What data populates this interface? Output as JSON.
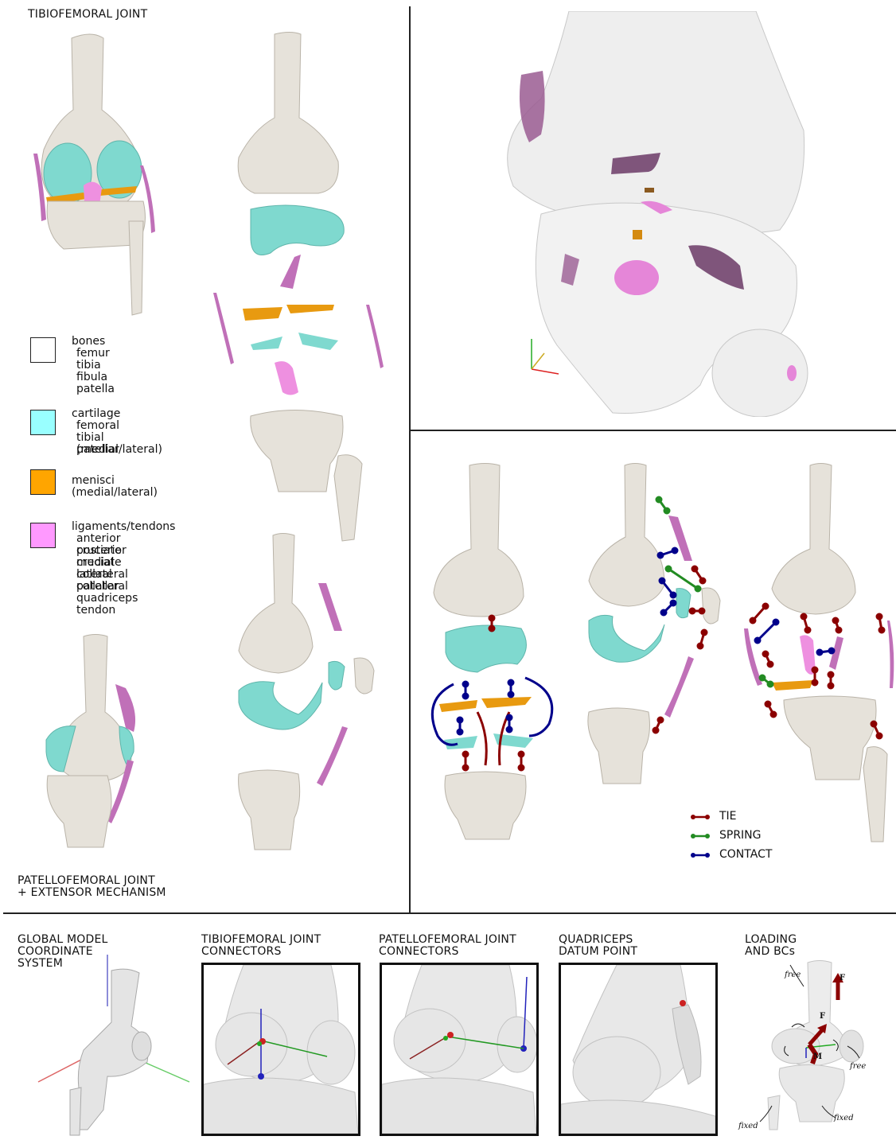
{
  "titles": {
    "tibiofemoral": "TIBIOFEMORAL JOINT",
    "patellofemoral": "PATELLOFEMORAL JOINT\n+ EXTENSOR MECHANISM"
  },
  "legend": [
    {
      "color": "#ffffff",
      "title": "bones",
      "items": [
        "femur",
        "tibia",
        "fibula",
        "patella"
      ]
    },
    {
      "color": "#99ffff",
      "title": "cartilage",
      "items": [
        "femoral",
        "tibial (medial/lateral)",
        "patellar"
      ]
    },
    {
      "color": "#ffa500",
      "title": "menisci (medial/lateral)",
      "items": []
    },
    {
      "color": "#ff99ff",
      "title": "ligaments/tendons",
      "items": [
        "anterior cruciate",
        "posterior cruciate",
        "medial collateral",
        "lateral collateral",
        "patellar",
        "quadriceps tendon"
      ]
    }
  ],
  "connector_legend": [
    {
      "label": "TIE",
      "color": "#8b0000"
    },
    {
      "label": "SPRING",
      "color": "#228b22"
    },
    {
      "label": "CONTACT",
      "color": "#00008b"
    }
  ],
  "bottom_panels": [
    {
      "label": "GLOBAL MODEL\nCOORDINATE\nSYSTEM"
    },
    {
      "label": "TIBIOFEMORAL JOINT\nCONNECTORS"
    },
    {
      "label": "PATELLOFEMORAL JOINT\nCONNECTORS"
    },
    {
      "label": "QUADRICEPS\nDATUM POINT"
    },
    {
      "label": "LOADING\nAND BCs"
    }
  ],
  "loading_annotations": {
    "free_top": "free",
    "free_right": "free",
    "fixed_left": "fixed",
    "fixed_right": "fixed",
    "force_top": "F",
    "force_mid": "F",
    "moment": "M"
  },
  "colors": {
    "bone": "#e6e2da",
    "bone_edge": "#b9b3a8",
    "cartilage": "#7fd9cf",
    "meniscus": "#e89a10",
    "ligament": "#c070b8",
    "tie": "#8b0000",
    "spring": "#228b22",
    "contact": "#00008b"
  }
}
